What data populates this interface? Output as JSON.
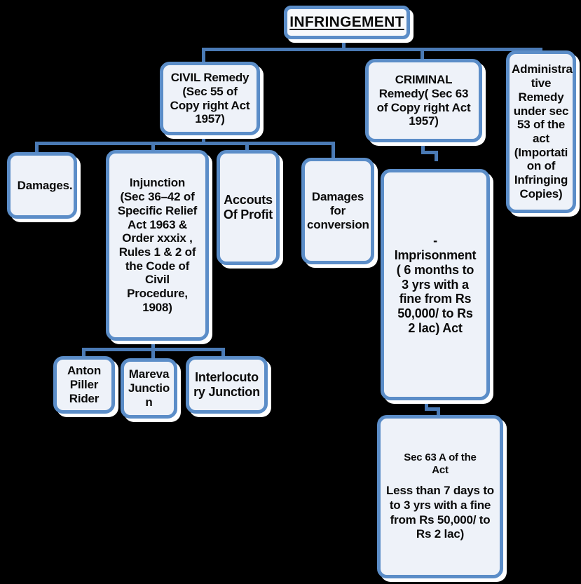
{
  "diagram": {
    "title": "Infringement remedies flowchart",
    "colors": {
      "background": "#000000",
      "box_border": "#5b8dc8",
      "box_fill": "#eef2f9",
      "connector": "#4a7ab5",
      "text": "#0a0a0a",
      "shadow": "#ffffff"
    },
    "nodes": {
      "root": "INFRINGEMENT",
      "civil_remedy": "CIVIL Remedy\n(Sec 55 of\nCopy right Act\n1957)",
      "criminal_remedy": "CRIMINAL\nRemedy( Sec 63\nof Copy right Act\n1957)",
      "administrative_remedy": "Administra\ntive\nRemedy\nunder sec\n53 of the\nact\n(Importati\non of\nInfringing\nCopies)",
      "damages": "Damages.",
      "injunction": "Injunction\n(Sec 36–42 of\nSpecific Relief\nAct 1963 &\nOrder xxxix ,\nRules 1 & 2 of\nthe Code of\nCivil\nProcedure,\n1908)",
      "accounts_of_profit": "Accouts\nOf Profit",
      "damages_for_conversion": "Damages\nfor\nconversion",
      "anton_piller_rider": "Anton\nPiller\nRider",
      "mareva_junction": "Mareva\nJunctio\nn",
      "interlocutory_junction": "Interlocuto\nry Junction",
      "imprisonment": "-\nImprisonment\n( 6 months to\n3 yrs with a\nfine from Rs\n50,000/ to Rs\n2 lac) Act",
      "sec63a_heading": "Sec 63 A of the\nAct",
      "sec63a_body": "Less than 7 days to\nto 3 yrs with a fine\nfrom Rs 50,000/ to\nRs 2 lac)"
    }
  }
}
